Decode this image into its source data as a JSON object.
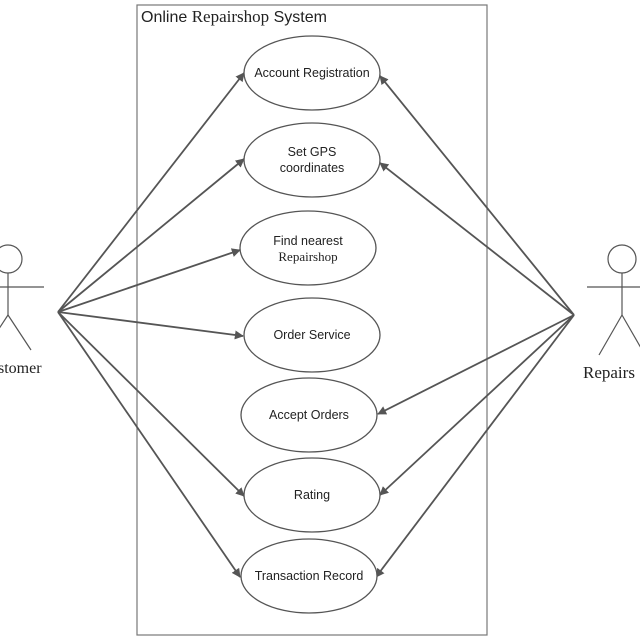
{
  "system": {
    "title_prefix": "Online ",
    "title_middle": "Repairshop",
    "title_suffix": " System"
  },
  "actors": {
    "left": {
      "label": "stomer"
    },
    "right": {
      "label": "Repairs"
    }
  },
  "use_cases": [
    {
      "line1": "Account Registration",
      "line2": ""
    },
    {
      "line1": "Set GPS",
      "line2": "coordinates"
    },
    {
      "line1": "Find nearest",
      "line2": "Repairshop"
    },
    {
      "line1": "Order Service",
      "line2": ""
    },
    {
      "line1": "Accept Orders",
      "line2": ""
    },
    {
      "line1": "Rating",
      "line2": ""
    },
    {
      "line1": "Transaction Record",
      "line2": ""
    }
  ],
  "colors": {
    "line": "#555555",
    "box": "#777777",
    "text": "#222222"
  }
}
